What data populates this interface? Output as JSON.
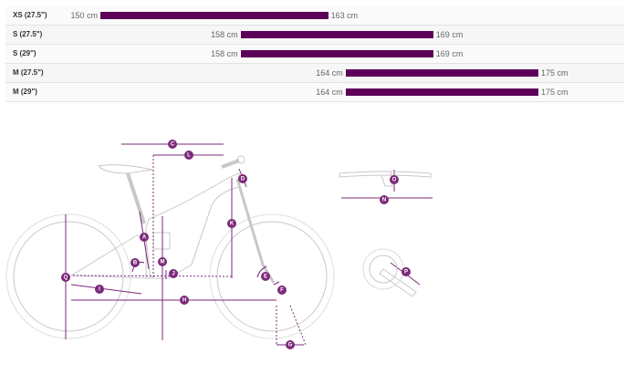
{
  "size_table": {
    "unit": "cm",
    "rows": [
      {
        "size": "XS (27.5\")",
        "min": 150,
        "max": 163,
        "min_label": "150 cm",
        "max_label": "163 cm"
      },
      {
        "size": "S (27.5\")",
        "min": 158,
        "max": 169,
        "min_label": "158 cm",
        "max_label": "169 cm"
      },
      {
        "size": "S (29\")",
        "min": 158,
        "max": 169,
        "min_label": "158 cm",
        "max_label": "169 cm"
      },
      {
        "size": "M (27.5\")",
        "min": 164,
        "max": 175,
        "min_label": "164 cm",
        "max_label": "175 cm"
      },
      {
        "size": "M (29\")",
        "min": 164,
        "max": 175,
        "min_label": "164 cm",
        "max_label": "175 cm"
      }
    ]
  },
  "diagram": {
    "accent": "#7b2a7a",
    "labels": {
      "A": "A",
      "B": "B",
      "C": "C",
      "D": "D",
      "E": "E",
      "F": "F",
      "G": "G",
      "H": "H",
      "I": "I",
      "J": "J",
      "K": "K",
      "L": "L",
      "M": "M",
      "N": "N",
      "O": "O",
      "P": "P",
      "Q": "Q"
    }
  }
}
